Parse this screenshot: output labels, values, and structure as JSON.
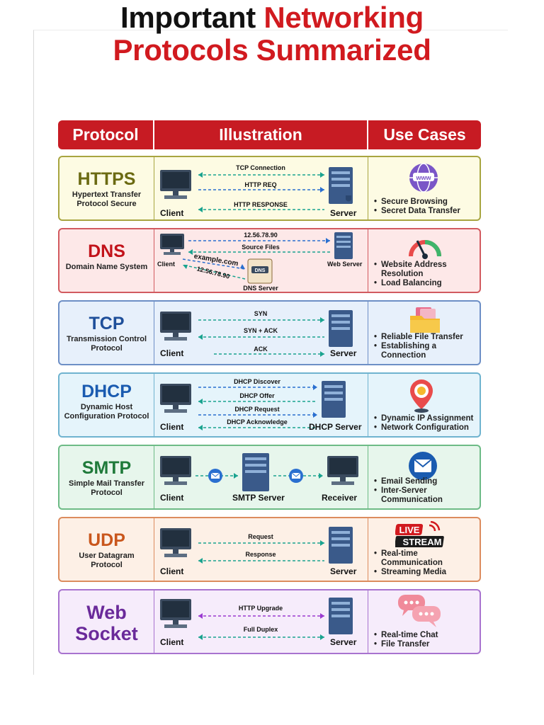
{
  "title": {
    "line1_a": "Important",
    "line1_b": "Networking",
    "line2": "Protocols Summarized"
  },
  "header": {
    "col1": "Protocol",
    "col2": "Illustration",
    "col3": "Use Cases"
  },
  "rows": [
    {
      "name": "HTTPS",
      "full": "Hypertext Transfer Protocol Secure",
      "color": "#6b6a12",
      "bg": "#fdfbe3",
      "border": "#a8a540",
      "client": "Client",
      "server": "Server",
      "arrows": [
        "TCP Connection",
        "HTTP REQ",
        "HTTP RESPONSE"
      ],
      "uses": [
        "Secure Browsing",
        "Secret Data Transfer"
      ],
      "icon": "www-globe-icon"
    },
    {
      "name": "DNS",
      "full": "Domain Name System",
      "color": "#c2121a",
      "bg": "#fde8e8",
      "border": "#d25a5f",
      "client": "Client",
      "server": "Web Server",
      "dns_server": "DNS Server",
      "domain": "example.com",
      "ip_top": "12.56.78.90",
      "ip_bottom": "12.56.78.90",
      "arrows": [
        "12.56.78.90",
        "Source Files"
      ],
      "uses": [
        "Website Address Resolution",
        "Load Balancing"
      ],
      "icon": "speedometer-icon"
    },
    {
      "name": "TCP",
      "full": "Transmission Control Protocol",
      "color": "#1f4f9a",
      "bg": "#e7f0fb",
      "border": "#6d8fc6",
      "client": "Client",
      "server": "Server",
      "arrows": [
        "SYN",
        "SYN + ACK",
        "ACK"
      ],
      "uses": [
        "Reliable File Transfer",
        "Establishing a Connection"
      ],
      "icon": "folder-icon"
    },
    {
      "name": "DHCP",
      "full": "Dynamic Host Configuration Protocol",
      "color": "#1a5bb0",
      "bg": "#e5f4fb",
      "border": "#6fb3cf",
      "client": "Client",
      "server": "DHCP Server",
      "arrows": [
        "DHCP Discover",
        "DHCP Offer",
        "DHCP Request",
        "DHCP Acknowledge"
      ],
      "uses": [
        "Dynamic IP Assignment",
        "Network Configuration"
      ],
      "icon": "location-pin-icon"
    },
    {
      "name": "SMTP",
      "full": "Simple Mail Transfer Protocol",
      "color": "#1f7a3a",
      "bg": "#e7f6ec",
      "border": "#6dbb86",
      "client": "Client",
      "server": "SMTP Server",
      "receiver": "Receiver",
      "arrows": [],
      "uses": [
        "Email Sending",
        "Inter-Server Communication"
      ],
      "icon": "email-icon"
    },
    {
      "name": "UDP",
      "full": "User Datagram Protocol",
      "color": "#c9561c",
      "bg": "#fdf0e6",
      "border": "#dc8c5e",
      "client": "Client",
      "server": "Server",
      "arrows": [
        "Request",
        "Response"
      ],
      "uses": [
        "Real-time Communication",
        "Streaming Media"
      ],
      "icon": "live-stream-icon",
      "live_a": "LIVE",
      "live_b": "STREAM"
    },
    {
      "name": "Web Socket",
      "name_a": "Web",
      "name_b": "Socket",
      "full": "",
      "color": "#6a2a9a",
      "bg": "#f6ecfb",
      "border": "#a873cf",
      "client": "Client",
      "server": "Server",
      "arrows": [
        "HTTP Upgrade",
        "Full Duplex"
      ],
      "uses": [
        "Real-time Chat",
        "File Transfer"
      ],
      "icon": "chat-bubbles-icon"
    }
  ],
  "colors": {
    "red": "#c71b23",
    "title_red": "#d11a1f",
    "monitor": "#3a4a5e",
    "server": "#3a5a8a",
    "arrow_teal": "#1aa38f",
    "arrow_blue": "#2a6fd0",
    "arrow_purple": "#9a3ad0"
  }
}
